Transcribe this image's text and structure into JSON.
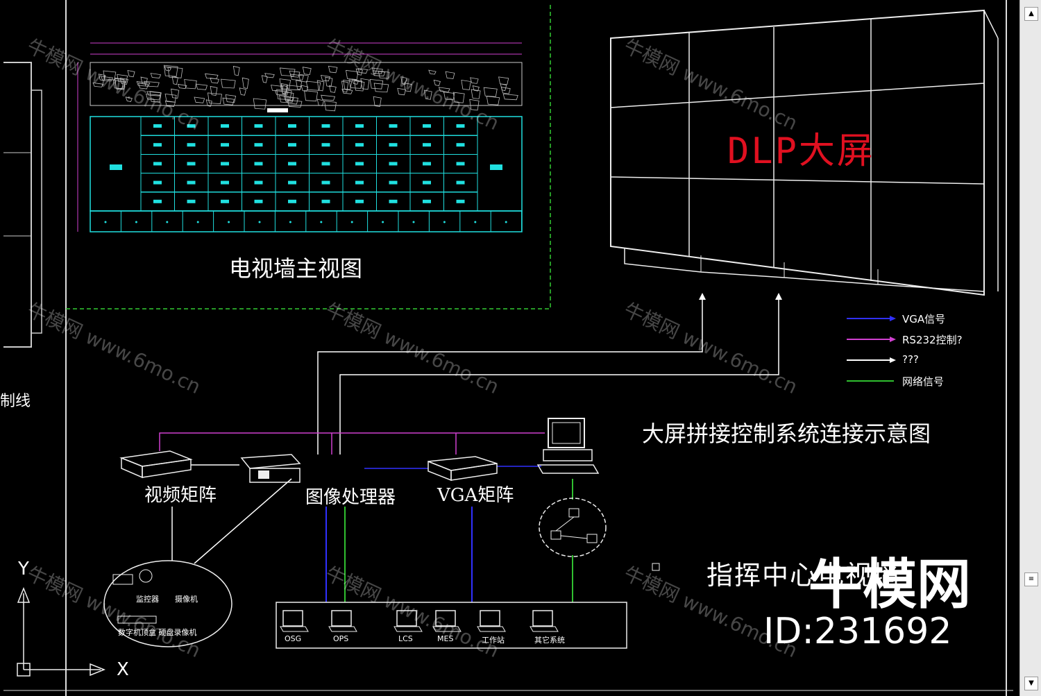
{
  "tv_wall": {
    "title": "电视墙主视图"
  },
  "dlp_screen": {
    "label": "DLP大屏"
  },
  "diagram": {
    "title": "大屏拼接控制系统连接示意图",
    "devices": {
      "video_matrix": "视频矩阵",
      "image_processor": "图像处理器",
      "vga_matrix": "VGA矩阵"
    },
    "camera_labels": {
      "monitor": "监控器",
      "camera": "摄像机",
      "dvr": "数字机顶盒 硬盘录像机"
    },
    "workstations": [
      "OSG",
      "OPS",
      "LCS",
      "MES",
      "工作站",
      "其它系统"
    ],
    "cutoff_text": "制线"
  },
  "legend": [
    {
      "label": "VGA信号",
      "color": "#3030ff"
    },
    {
      "label": "RS232控制?",
      "color": "#d040d0"
    },
    {
      "label": "???",
      "color": "#ffffff"
    },
    {
      "label": "网络信号",
      "color": "#30c030"
    }
  ],
  "subtitle": "指挥中心电视墙",
  "axes": {
    "x": "X",
    "y": "Y"
  },
  "watermark": {
    "logo": "牛模网",
    "id": "ID:231692",
    "site": "牛模网 www.6mo.cn"
  },
  "colors": {
    "cyan": "#20e0e0",
    "red": "#e01020",
    "blue": "#3030ff",
    "magenta": "#d040d0",
    "green": "#30c030"
  }
}
